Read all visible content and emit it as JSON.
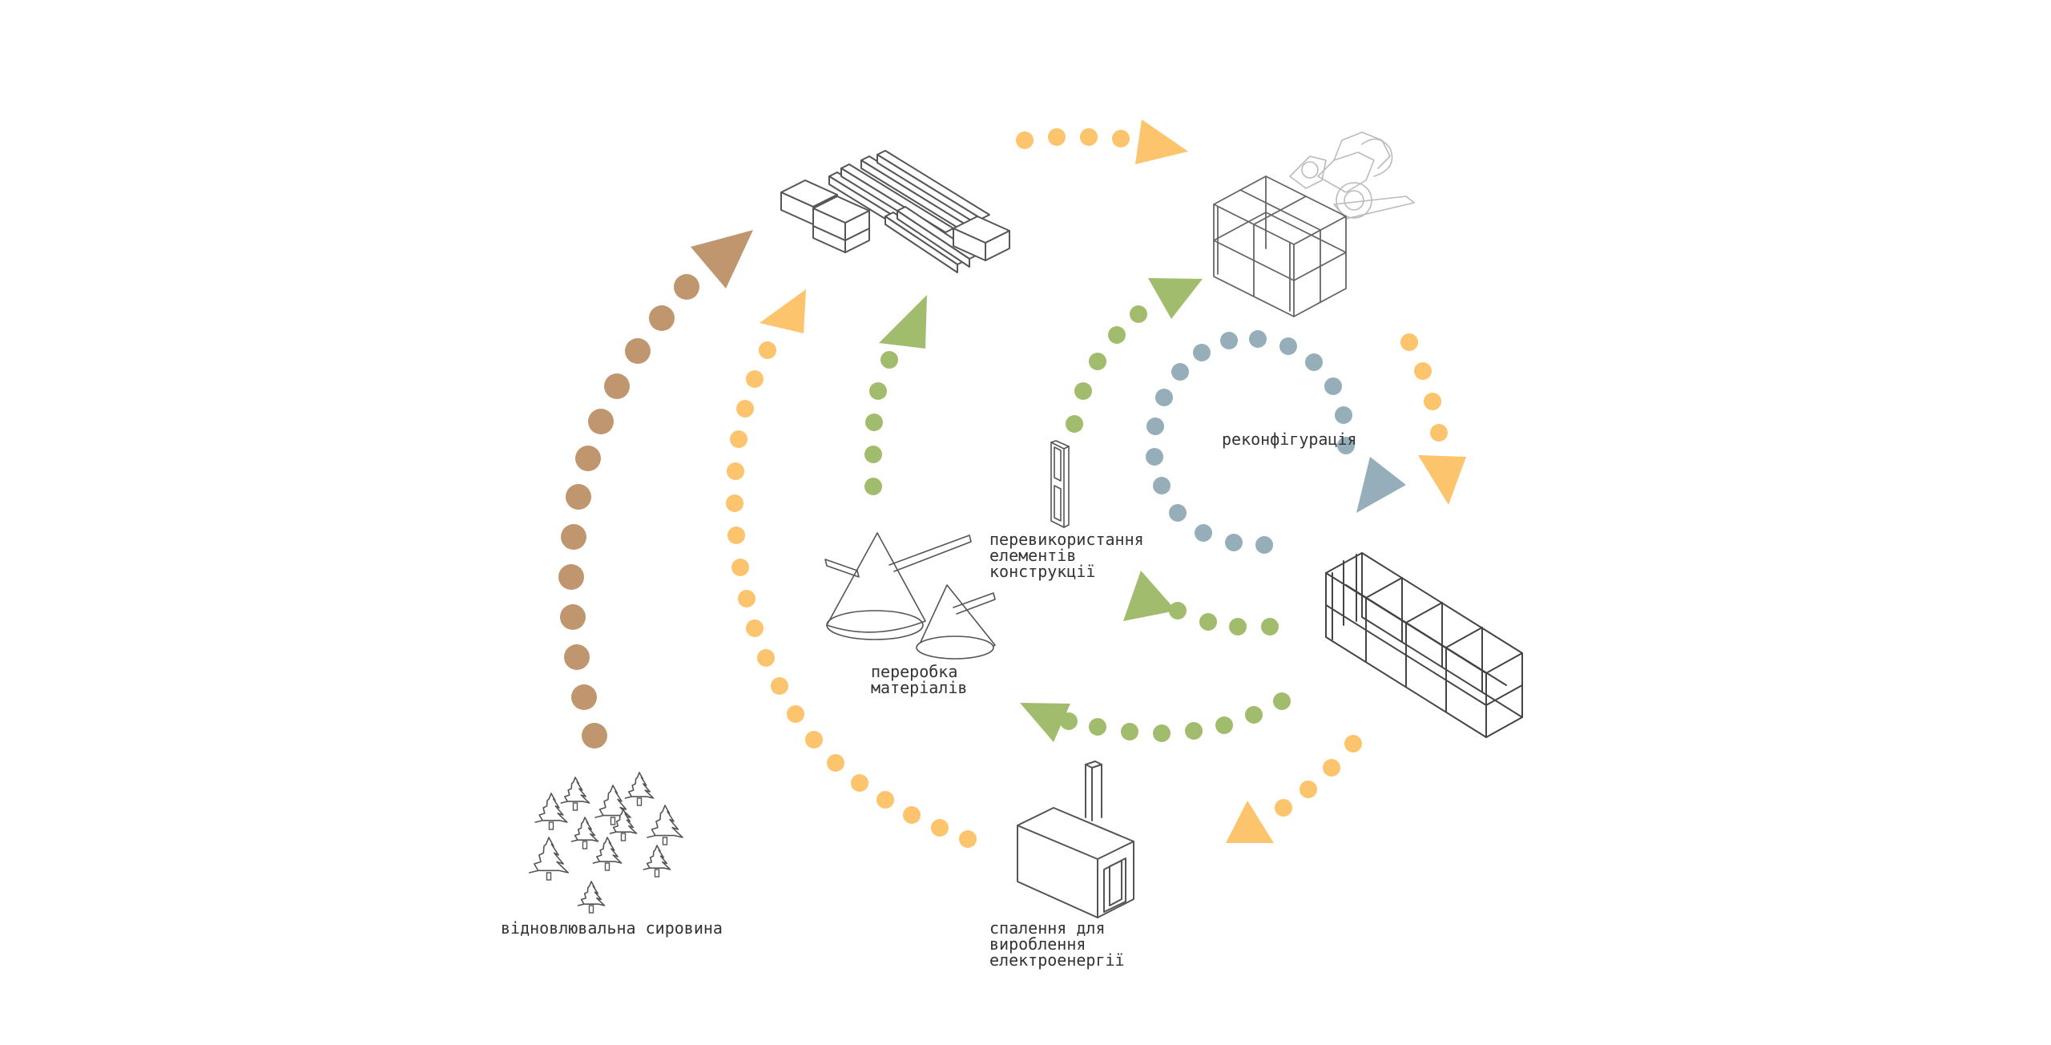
{
  "colors": {
    "brown": "#C0966F",
    "orange": "#FCC46C",
    "green": "#A2BC6E",
    "blue": "#95AEB9",
    "line": "#555555",
    "text": "#333333"
  },
  "labels": {
    "renewable": "відновлювальна сировина",
    "processing": "переробка\nматеріалів",
    "reuse": "перевикористання\nелементів\nконструкції",
    "reconfig": "реконфігурація",
    "burning": "спалення для\nвироблення\nелектроенергії"
  },
  "icons": {
    "forest": "pine-forest-icon",
    "timber": "timber-stack-icon",
    "robot_frame": "robot-frame-icon",
    "panel": "wall-panel-icon",
    "sawdust": "sawdust-piles-icon",
    "grid_frame": "grid-frame-icon",
    "furnace": "furnace-building-icon"
  },
  "flows": [
    {
      "name": "renewable-to-timber",
      "color": "brown"
    },
    {
      "name": "timber-to-assembly",
      "color": "orange"
    },
    {
      "name": "assembly-to-reconfig",
      "color": "orange"
    },
    {
      "name": "frame-to-burning",
      "color": "orange"
    },
    {
      "name": "burning-to-timber",
      "color": "orange"
    },
    {
      "name": "reconfiguration-loop",
      "color": "blue"
    },
    {
      "name": "processing-to-timber",
      "color": "green"
    },
    {
      "name": "reuse-to-assembly",
      "color": "green"
    },
    {
      "name": "frame-to-reuse",
      "color": "green"
    },
    {
      "name": "frame-to-processing",
      "color": "green"
    }
  ]
}
